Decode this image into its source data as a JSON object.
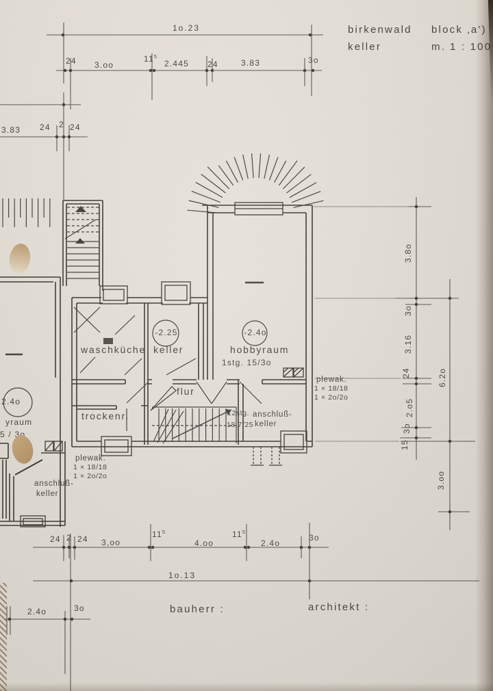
{
  "header": {
    "project": "birkenwald",
    "block": "block ‚a')",
    "floor": "keller",
    "scale_prefix": "m.",
    "scale": "1 : 100"
  },
  "dims": {
    "top_total": "1o.23",
    "top_row": [
      {
        "t": "24"
      },
      {
        "t": "3.oo"
      },
      {
        "t": "11",
        "sup": "5"
      },
      {
        "t": "2.445"
      },
      {
        "t": "24"
      },
      {
        "t": "3.83"
      },
      {
        "t": "3o"
      }
    ],
    "left_row": [
      {
        "t": "3.83"
      },
      {
        "t": "24"
      },
      {
        "t": "2"
      },
      {
        "t": "24"
      }
    ],
    "right_inner": [
      {
        "t": "3.8o"
      },
      {
        "t": "3o"
      },
      {
        "t": "3.16"
      },
      {
        "t": "24"
      },
      {
        "t": "2.o5"
      },
      {
        "t": "3o"
      },
      {
        "t": "15"
      }
    ],
    "right_outer": [
      {
        "t": "6.2o"
      },
      {
        "t": "3.oo"
      }
    ],
    "bottom_row": [
      {
        "t": "24"
      },
      {
        "t": "2"
      },
      {
        "t": "24"
      },
      {
        "t": "3,oo"
      },
      {
        "t": "11",
        "sup": "5"
      },
      {
        "t": "4.oo"
      },
      {
        "t": "11",
        "sup": "5"
      },
      {
        "t": "2.4o"
      },
      {
        "t": "3o"
      }
    ],
    "bottom_total": "1o.13",
    "bottom_left_dim": "2.4o",
    "bottom_left_small": "3o"
  },
  "rooms": {
    "waschkueche": {
      "label": "waschküche"
    },
    "keller": {
      "label": "keller",
      "level": "-2.25"
    },
    "hobbyraum": {
      "label": "hobbyraum",
      "level": "-2.4o",
      "stair_note": "1stg. 15/3o"
    },
    "flur": {
      "label": "flur"
    },
    "trockenraum": {
      "label": "trockenr."
    },
    "anschlusskeller": {
      "label1": "anschluß-",
      "label2": "keller"
    },
    "fragment": {
      "level": "2.4o",
      "label_cut": "yraum",
      "note_cut": "5 / 3o",
      "anschluss1": "anschluß-",
      "anschluss2": "keller"
    }
  },
  "stairs": {
    "count_note": "12stg.",
    "step_note": "18,7/25"
  },
  "vents": {
    "right": {
      "l1": "plewak.",
      "l2": "1 × 18/18",
      "l3": "1 × 2o/2o"
    },
    "left": {
      "l1": "plewak.",
      "l2": "1 × 18/18",
      "l3": "1 × 2o/2o"
    }
  },
  "footer": {
    "bauherr": "bauherr :",
    "architekt": "architekt :"
  },
  "colors": {
    "ink": "#3a3936",
    "faint": "#77736c",
    "paper": "#e4dfd7",
    "stain": "#c2a176"
  }
}
